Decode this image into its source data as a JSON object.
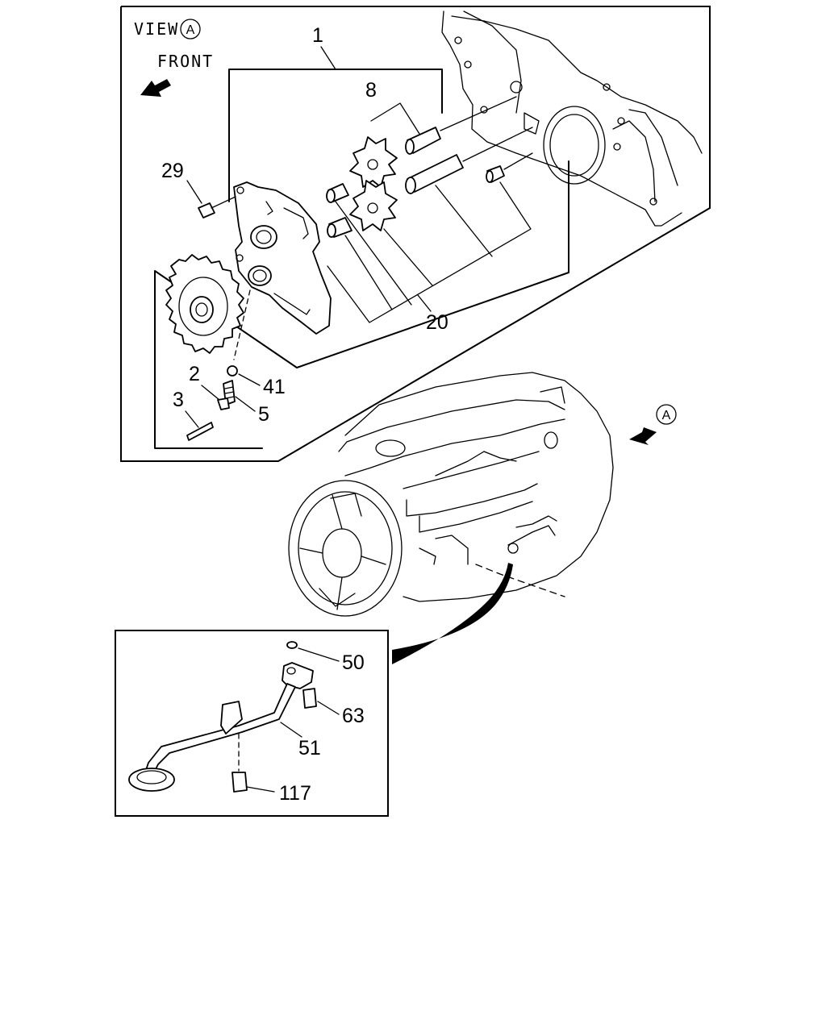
{
  "view_label": "VIEW",
  "view_marker": "A",
  "front_label": "FRONT",
  "engine_marker": "A",
  "callouts": {
    "c1": "1",
    "c2": "2",
    "c3": "3",
    "c5": "5",
    "c8": "8",
    "c20": "20",
    "c29": "29",
    "c41": "41",
    "c50": "50",
    "c51": "51",
    "c63": "63",
    "c117": "117"
  }
}
